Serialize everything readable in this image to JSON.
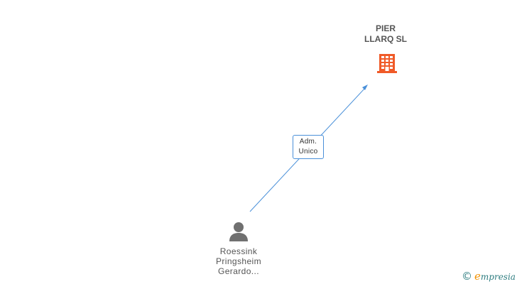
{
  "company": {
    "name_line1": "PIER",
    "name_line2": "LLARQ SL",
    "icon": "building-icon",
    "icon_color": "#f05a28"
  },
  "relation": {
    "role_line1": "Adm.",
    "role_line2": "Unico",
    "edge_color": "#4a90d9"
  },
  "person": {
    "name_line1": "Roessink",
    "name_line2": "Pringsheim",
    "name_line3": "Gerardo...",
    "icon": "person-icon",
    "icon_color": "#707070"
  },
  "brand": {
    "copyright_symbol": "©",
    "initial": "e",
    "name_rest": "mpresia",
    "color_primary": "#2f7d80",
    "color_accent": "#f39200"
  }
}
